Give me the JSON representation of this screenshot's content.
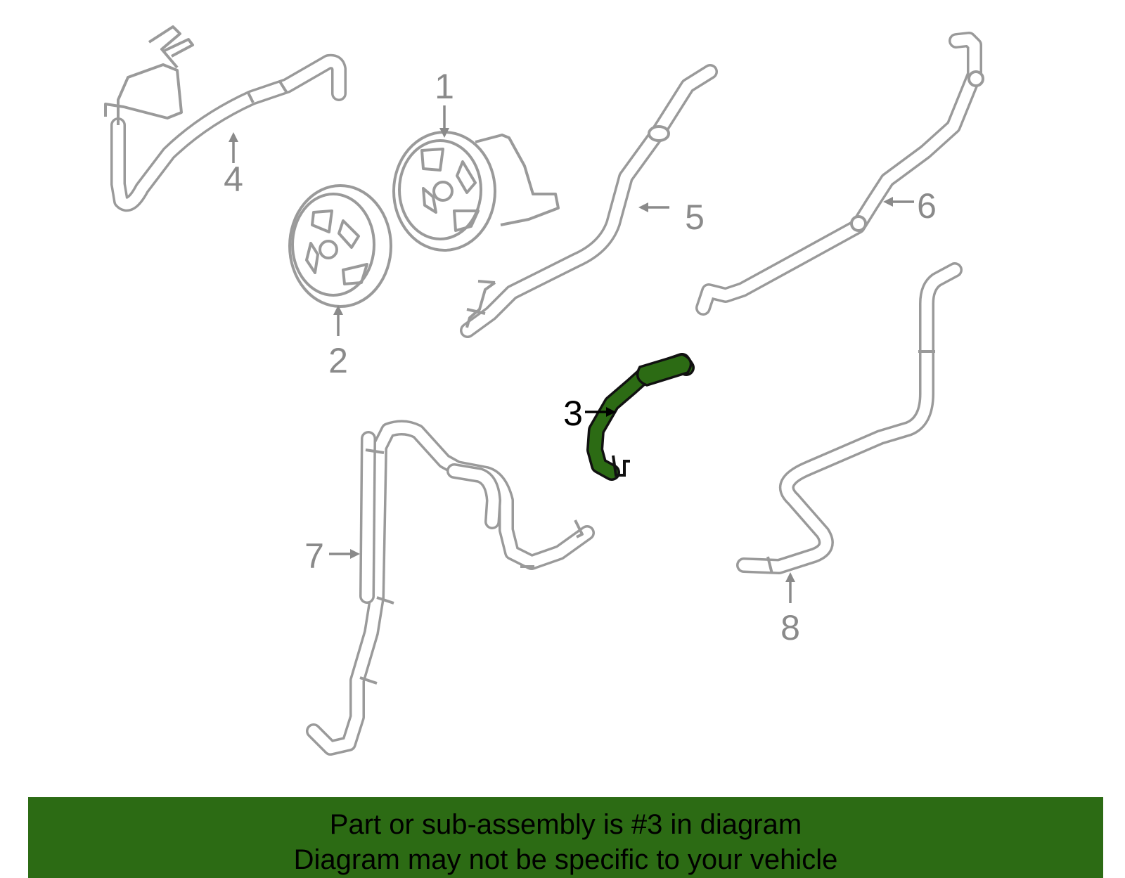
{
  "diagram": {
    "highlighted_part": "3",
    "colors": {
      "part_outline": "#9a9a9a",
      "highlight_fill": "#2c6b14",
      "highlight_outline": "#111111",
      "banner_background": "#2c6b14",
      "callout_gray": "#8a8a8a",
      "callout_active": "#000000"
    },
    "callouts": [
      {
        "id": "1",
        "label": "1"
      },
      {
        "id": "2",
        "label": "2"
      },
      {
        "id": "3",
        "label": "3"
      },
      {
        "id": "4",
        "label": "4"
      },
      {
        "id": "5",
        "label": "5"
      },
      {
        "id": "6",
        "label": "6"
      },
      {
        "id": "7",
        "label": "7"
      },
      {
        "id": "8",
        "label": "8"
      }
    ]
  },
  "banner": {
    "line1": "Part or sub-assembly is #3 in diagram",
    "line2": "Diagram may not be specific to your vehicle"
  }
}
